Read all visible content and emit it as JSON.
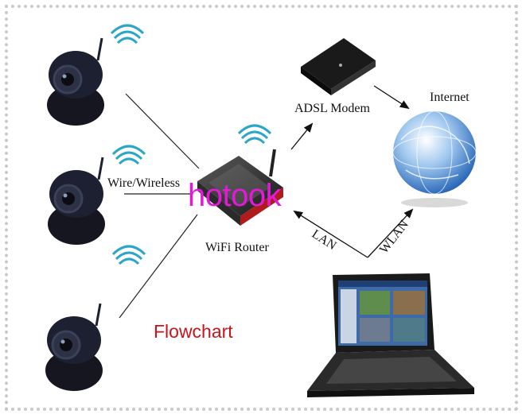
{
  "labels": {
    "wire_wireless": "Wire/Wireless",
    "wifi_router": "WiFi Router",
    "adsl_modem": "ADSL Modem",
    "internet": "Internet",
    "lan": "LAN",
    "wlan": "WLAN"
  },
  "watermark": "hotook",
  "caption": "Flowchart",
  "colors": {
    "caption": "#c8141b",
    "watermark": "#e21ad8",
    "wifi_icon": "#2aa6c9",
    "camera_body": "#1c2030",
    "router_accent": "#c02020"
  },
  "icons": [
    "ip-camera-icon",
    "wifi-signal-icon",
    "router-icon",
    "modem-icon",
    "globe-icon",
    "laptop-icon"
  ]
}
